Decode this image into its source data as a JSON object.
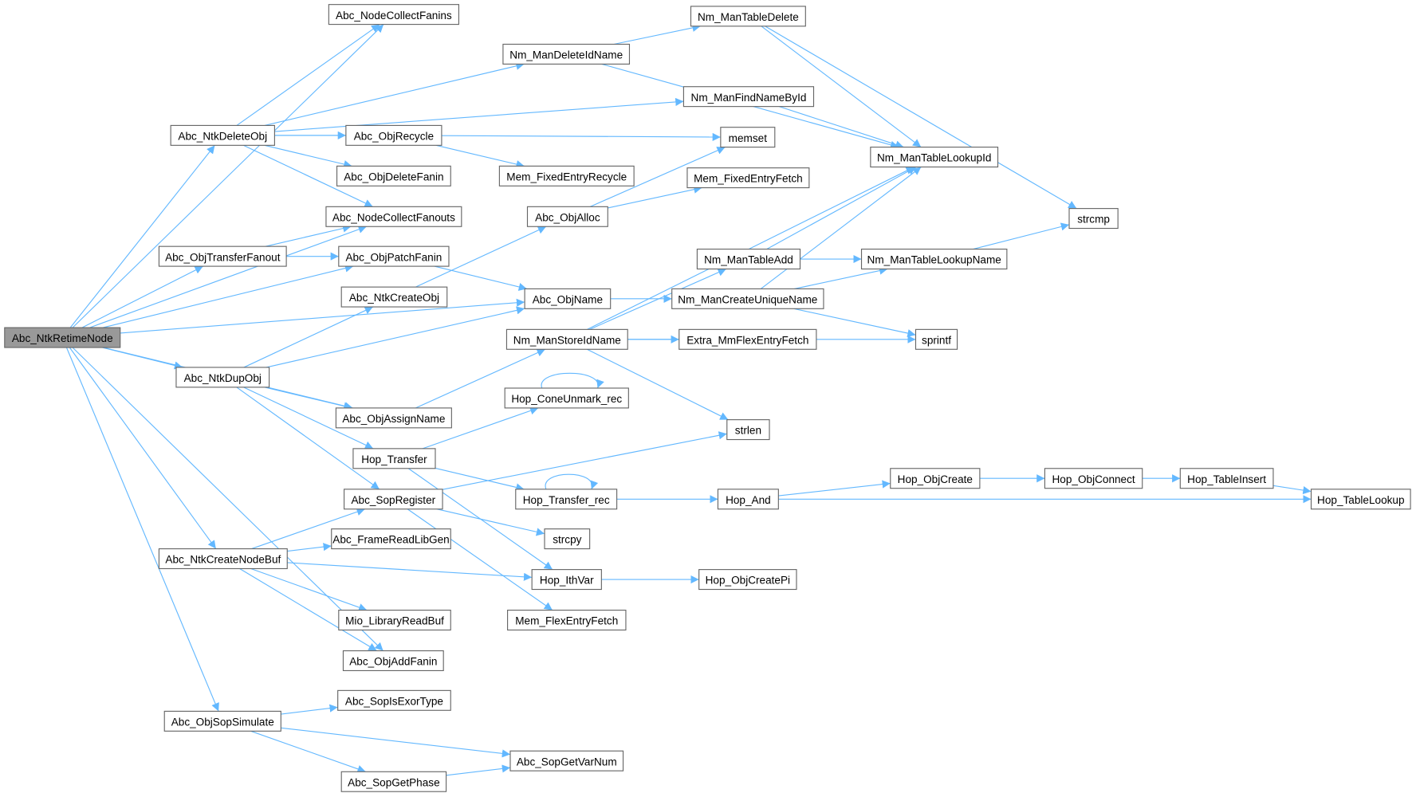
{
  "graph": {
    "root": "Abc_NtkRetimeNode",
    "colors": {
      "edge": "#63b8ff",
      "node_border": "#666666",
      "root_fill": "#999999",
      "node_fill": "#ffffff"
    },
    "nodes": [
      "Abc_NtkRetimeNode",
      "Abc_NodeCollectFanins",
      "Nm_ManDeleteIdName",
      "Nm_ManTableDelete",
      "Nm_ManFindNameById",
      "Abc_NtkDeleteObj",
      "Abc_ObjRecycle",
      "memset",
      "Nm_ManTableLookupId",
      "Abc_ObjDeleteFanin",
      "Mem_FixedEntryRecycle",
      "Mem_FixedEntryFetch",
      "Abc_NodeCollectFanouts",
      "Abc_ObjAlloc",
      "strcmp",
      "Abc_ObjTransferFanout",
      "Abc_ObjPatchFanin",
      "Nm_ManTableAdd",
      "Nm_ManTableLookupName",
      "Abc_NtkCreateObj",
      "Abc_ObjName",
      "Nm_ManCreateUniqueName",
      "Nm_ManStoreIdName",
      "Extra_MmFlexEntryFetch",
      "sprintf",
      "Abc_NtkDupObj",
      "Hop_ConeUnmark_rec",
      "Abc_ObjAssignName",
      "strlen",
      "Hop_Transfer",
      "Hop_ObjCreate",
      "Hop_ObjConnect",
      "Hop_TableInsert",
      "Abc_SopRegister",
      "Hop_Transfer_rec",
      "Hop_And",
      "Hop_TableLookup",
      "Abc_FrameReadLibGen",
      "strcpy",
      "Abc_NtkCreateNodeBuf",
      "Hop_IthVar",
      "Hop_ObjCreatePi",
      "Mio_LibraryReadBuf",
      "Mem_FlexEntryFetch",
      "Abc_ObjAddFanin",
      "Abc_SopIsExorType",
      "Abc_ObjSopSimulate",
      "Abc_SopGetVarNum",
      "Abc_SopGetPhase"
    ],
    "edges": [
      [
        "Abc_NtkRetimeNode",
        "Abc_NodeCollectFanins"
      ],
      [
        "Abc_NtkRetimeNode",
        "Abc_NtkDeleteObj"
      ],
      [
        "Abc_NtkRetimeNode",
        "Abc_NodeCollectFanouts"
      ],
      [
        "Abc_NtkRetimeNode",
        "Abc_ObjTransferFanout"
      ],
      [
        "Abc_NtkRetimeNode",
        "Abc_ObjPatchFanin"
      ],
      [
        "Abc_NtkRetimeNode",
        "Abc_ObjName"
      ],
      [
        "Abc_NtkRetimeNode",
        "Abc_NtkDupObj"
      ],
      [
        "Abc_NtkRetimeNode",
        "Abc_ObjAssignName"
      ],
      [
        "Abc_NtkRetimeNode",
        "Abc_NtkCreateNodeBuf"
      ],
      [
        "Abc_NtkRetimeNode",
        "Abc_ObjAddFanin"
      ],
      [
        "Abc_NtkRetimeNode",
        "Abc_ObjSopSimulate"
      ],
      [
        "Abc_NtkDeleteObj",
        "Abc_NodeCollectFanins"
      ],
      [
        "Abc_NtkDeleteObj",
        "Nm_ManDeleteIdName"
      ],
      [
        "Abc_NtkDeleteObj",
        "Nm_ManFindNameById"
      ],
      [
        "Abc_NtkDeleteObj",
        "Abc_ObjRecycle"
      ],
      [
        "Abc_NtkDeleteObj",
        "Abc_ObjDeleteFanin"
      ],
      [
        "Abc_NtkDeleteObj",
        "Abc_NodeCollectFanouts"
      ],
      [
        "Nm_ManDeleteIdName",
        "Nm_ManTableDelete"
      ],
      [
        "Nm_ManDeleteIdName",
        "Nm_ManTableLookupId"
      ],
      [
        "Nm_ManTableDelete",
        "Nm_ManTableLookupId"
      ],
      [
        "Nm_ManTableDelete",
        "strcmp"
      ],
      [
        "Nm_ManFindNameById",
        "Nm_ManTableLookupId"
      ],
      [
        "Abc_ObjRecycle",
        "memset"
      ],
      [
        "Abc_ObjRecycle",
        "Mem_FixedEntryRecycle"
      ],
      [
        "Abc_ObjTransferFanout",
        "Abc_NodeCollectFanouts"
      ],
      [
        "Abc_ObjTransferFanout",
        "Abc_ObjPatchFanin"
      ],
      [
        "Abc_ObjPatchFanin",
        "Abc_ObjName"
      ],
      [
        "Abc_NtkCreateObj",
        "Abc_ObjAlloc"
      ],
      [
        "Abc_ObjAlloc",
        "memset"
      ],
      [
        "Abc_ObjAlloc",
        "Mem_FixedEntryFetch"
      ],
      [
        "Abc_ObjName",
        "Nm_ManCreateUniqueName"
      ],
      [
        "Nm_ManCreateUniqueName",
        "Nm_ManTableLookupId"
      ],
      [
        "Nm_ManCreateUniqueName",
        "Nm_ManTableLookupName"
      ],
      [
        "Nm_ManCreateUniqueName",
        "sprintf"
      ],
      [
        "Nm_ManTableAdd",
        "Nm_ManTableLookupId"
      ],
      [
        "Nm_ManTableAdd",
        "Nm_ManTableLookupName"
      ],
      [
        "Nm_ManTableLookupName",
        "strcmp"
      ],
      [
        "Nm_ManStoreIdName",
        "Nm_ManTableLookupId"
      ],
      [
        "Nm_ManStoreIdName",
        "Nm_ManTableAdd"
      ],
      [
        "Nm_ManStoreIdName",
        "Extra_MmFlexEntryFetch"
      ],
      [
        "Nm_ManStoreIdName",
        "sprintf"
      ],
      [
        "Nm_ManStoreIdName",
        "strlen"
      ],
      [
        "Abc_NtkDupObj",
        "Abc_NtkCreateObj"
      ],
      [
        "Abc_NtkDupObj",
        "Abc_ObjName"
      ],
      [
        "Abc_NtkDupObj",
        "Abc_ObjAssignName"
      ],
      [
        "Abc_NtkDupObj",
        "Hop_Transfer"
      ],
      [
        "Abc_NtkDupObj",
        "Abc_SopRegister"
      ],
      [
        "Abc_ObjAssignName",
        "Nm_ManStoreIdName"
      ],
      [
        "Hop_Transfer",
        "Hop_ConeUnmark_rec"
      ],
      [
        "Hop_Transfer",
        "Hop_Transfer_rec"
      ],
      [
        "Hop_Transfer",
        "Hop_IthVar"
      ],
      [
        "Hop_ConeUnmark_rec",
        "Hop_ConeUnmark_rec"
      ],
      [
        "Hop_Transfer_rec",
        "Hop_Transfer_rec"
      ],
      [
        "Hop_Transfer_rec",
        "Hop_And"
      ],
      [
        "Hop_And",
        "Hop_ObjCreate"
      ],
      [
        "Hop_And",
        "Hop_TableLookup"
      ],
      [
        "Hop_ObjCreate",
        "Hop_ObjConnect"
      ],
      [
        "Hop_ObjConnect",
        "Hop_TableInsert"
      ],
      [
        "Hop_TableInsert",
        "Hop_TableLookup"
      ],
      [
        "Abc_SopRegister",
        "strlen"
      ],
      [
        "Abc_SopRegister",
        "strcpy"
      ],
      [
        "Abc_SopRegister",
        "Mem_FlexEntryFetch"
      ],
      [
        "Abc_NtkCreateNodeBuf",
        "Abc_SopRegister"
      ],
      [
        "Abc_NtkCreateNodeBuf",
        "Abc_FrameReadLibGen"
      ],
      [
        "Abc_NtkCreateNodeBuf",
        "Hop_IthVar"
      ],
      [
        "Abc_NtkCreateNodeBuf",
        "Mio_LibraryReadBuf"
      ],
      [
        "Abc_NtkCreateNodeBuf",
        "Abc_ObjAddFanin"
      ],
      [
        "Hop_IthVar",
        "Hop_ObjCreatePi"
      ],
      [
        "Abc_ObjSopSimulate",
        "Abc_SopIsExorType"
      ],
      [
        "Abc_ObjSopSimulate",
        "Abc_SopGetVarNum"
      ],
      [
        "Abc_ObjSopSimulate",
        "Abc_SopGetPhase"
      ],
      [
        "Abc_SopGetPhase",
        "Abc_SopGetVarNum"
      ]
    ]
  }
}
